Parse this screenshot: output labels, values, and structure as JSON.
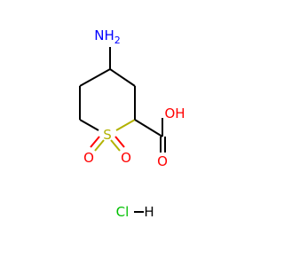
{
  "molecule": {
    "atoms": {
      "nh2": "NH",
      "nh2_sub": "2",
      "s": "S",
      "o_left": "O",
      "o_right": "O",
      "oh": "OH",
      "o_carbonyl": "O",
      "cl": "Cl",
      "h": "H"
    },
    "colors": {
      "nitrogen": "#0000ff",
      "sulfur": "#b2b200",
      "oxygen": "#ff0000",
      "chlorine": "#00c000",
      "hydrogen": "#000000"
    }
  }
}
